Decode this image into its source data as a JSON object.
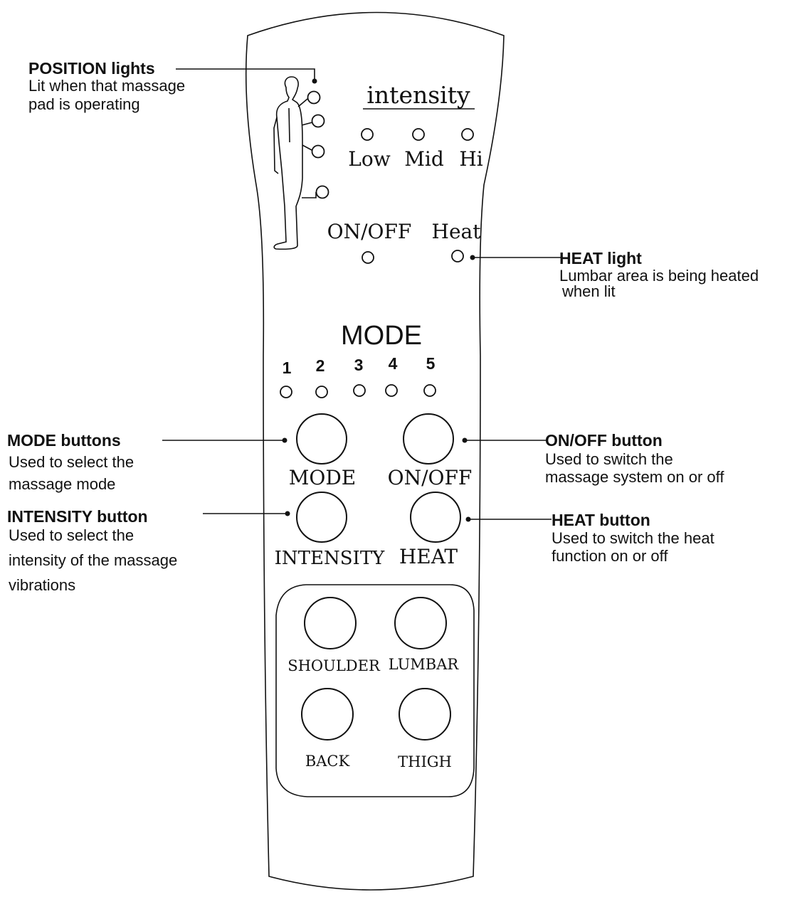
{
  "remote": {
    "intensity_title": "intensity",
    "intensity_levels": [
      "Low",
      "Mid",
      "Hi"
    ],
    "onoff_light_label": "ON/OFF",
    "heat_light_label": "Heat",
    "mode_title": "MODE",
    "mode_numbers": [
      "1",
      "2",
      "3",
      "4",
      "5"
    ],
    "mode_button_label": "MODE",
    "onoff_button_label": "ON/OFF",
    "intensity_button_label": "INTENSITY",
    "heat_button_label": "HEAT",
    "zone_buttons": [
      "SHOULDER",
      "LUMBAR",
      "BACK",
      "THIGH"
    ]
  },
  "callouts": {
    "position_lights": {
      "title": "POSITION lights",
      "lines": [
        "Lit when that massage",
        "pad is operating"
      ]
    },
    "heat_light": {
      "title": "HEAT light",
      "lines": [
        "Lumbar area is being heated",
        "when lit"
      ]
    },
    "mode_buttons": {
      "title": "MODE buttons",
      "lines": [
        "Used to select the",
        "massage mode"
      ]
    },
    "onoff_button": {
      "title": "ON/OFF button",
      "lines": [
        "Used to switch the",
        "massage system on or off"
      ]
    },
    "intensity_button": {
      "title": "INTENSITY button",
      "lines": [
        "Used to select the",
        "intensity of the massage",
        "vibrations"
      ]
    },
    "heat_button": {
      "title": "HEAT button",
      "lines": [
        "Used to switch the heat",
        "function on or off"
      ]
    }
  }
}
